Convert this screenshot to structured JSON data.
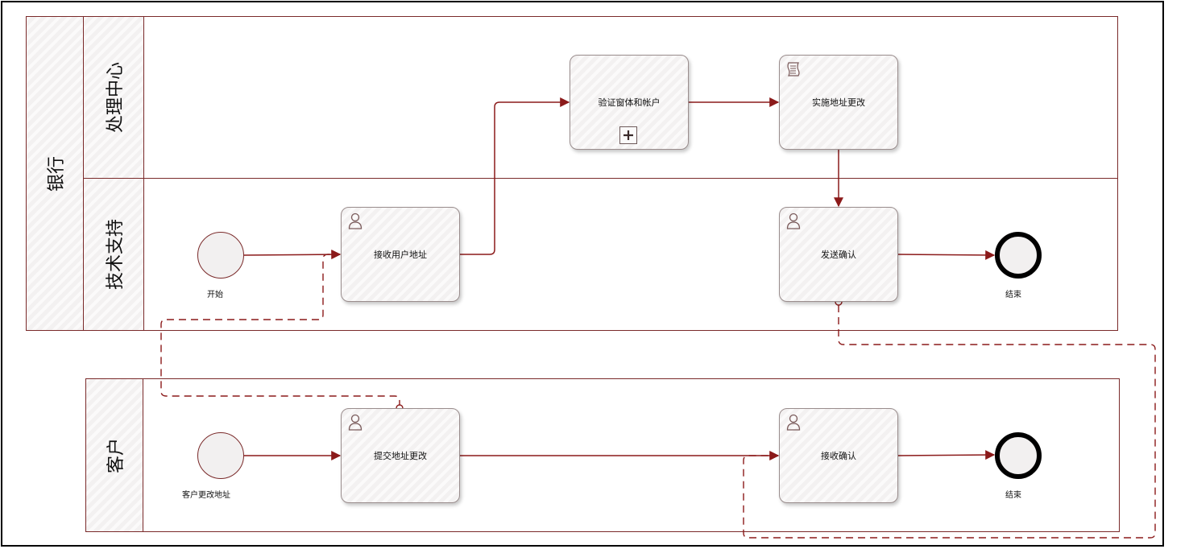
{
  "pools": {
    "bank": {
      "label": "银行",
      "lanes": {
        "processing": {
          "label": "处理中心"
        },
        "support": {
          "label": "技术支持"
        }
      }
    },
    "customer": {
      "label": "客户"
    }
  },
  "tasks": {
    "receive_address": {
      "label": "接收用户地址",
      "type": "user"
    },
    "verify_account": {
      "label": "验证窗体和帐户",
      "type": "subprocess"
    },
    "apply_change": {
      "label": "实施地址更改",
      "type": "script"
    },
    "send_confirm": {
      "label": "发送确认",
      "type": "user"
    },
    "submit_change": {
      "label": "提交地址更改",
      "type": "user"
    },
    "receive_confirm": {
      "label": "接收确认",
      "type": "user"
    }
  },
  "events": {
    "bank_start": {
      "label": "开始",
      "type": "start"
    },
    "bank_end": {
      "label": "结束",
      "type": "end"
    },
    "customer_start": {
      "label": "客户更改地址",
      "type": "start"
    },
    "customer_end": {
      "label": "结束",
      "type": "end"
    }
  },
  "colors": {
    "flow": "#8b1a1a",
    "lane_border": "#7a2a2a",
    "task_fill": "#f3f1f1",
    "icon": "#7a5a5a"
  }
}
